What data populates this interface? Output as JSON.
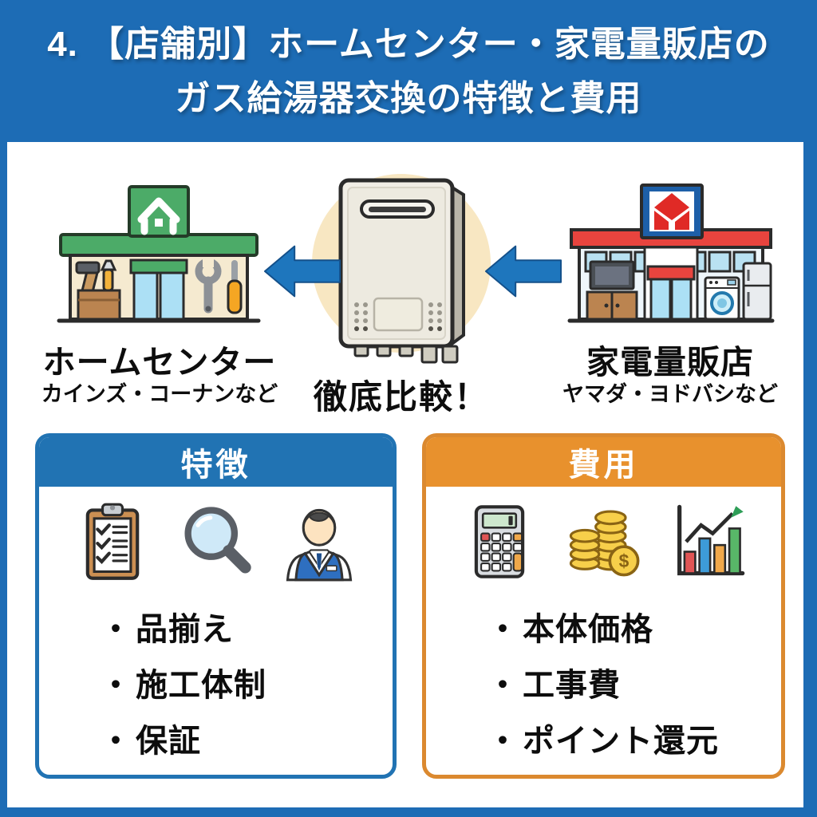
{
  "header": {
    "title_line1": "4. 【店舗別】ホームセンター・家電量販店の",
    "title_line2": "ガス給湯器交換の特徴と費用"
  },
  "comparison": {
    "left_store": {
      "name": "ホームセンター",
      "examples": "カインズ・コーナンなど",
      "icon": "home-center-store-icon"
    },
    "center": {
      "caption": "徹底比較！",
      "icon": "gas-water-heater-icon"
    },
    "right_store": {
      "name": "家電量販店",
      "examples": "ヤマダ・ヨドバシなど",
      "icon": "electronics-store-icon"
    }
  },
  "ui": {
    "bullet": "・"
  },
  "panels": {
    "features": {
      "title": "特徴",
      "accent_color": "#2173b3",
      "icons": [
        "checklist-icon",
        "magnifier-icon",
        "staff-icon"
      ],
      "items": [
        "品揃え",
        "施工体制",
        "保証"
      ]
    },
    "costs": {
      "title": "費用",
      "accent_color": "#e8912d",
      "icons": [
        "calculator-icon",
        "coins-icon",
        "bar-chart-icon"
      ],
      "items": [
        "本体価格",
        "工事費",
        "ポイント還元"
      ]
    }
  },
  "colors": {
    "background_blue": "#1d6cb5",
    "arrow_blue": "#1e76bd",
    "panel_blue": "#2173b3",
    "panel_orange": "#e8912d",
    "circle_cream": "#f8e7c2",
    "store_green": "#4cab68",
    "store_red": "#e8443e",
    "sign_blue": "#1d5fa8"
  }
}
